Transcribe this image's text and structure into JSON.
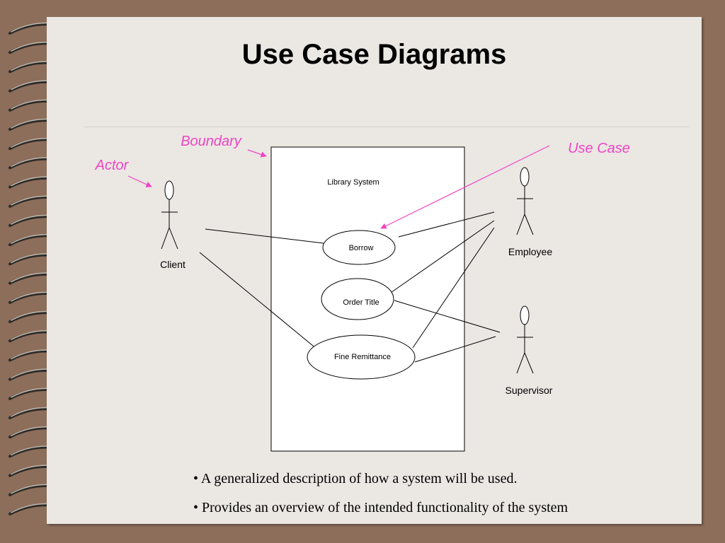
{
  "slide": {
    "title": "Use Case Diagrams",
    "bullets": [
      "• A generalized description of how a system will be used.",
      "• Provides an overview of the intended functionality of the system"
    ]
  },
  "diagram": {
    "system_name": "Library System",
    "actors": {
      "client": "Client",
      "employee": "Employee",
      "supervisor": "Supervisor"
    },
    "use_cases": {
      "borrow": "Borrow",
      "order_title": "Order Title",
      "fine_remittance": "Fine Remittance"
    },
    "annotations": {
      "boundary": "Boundary",
      "actor": "Actor",
      "use_case": "Use Case"
    }
  },
  "colors": {
    "annotation": "#ee44c4",
    "slide_bg": "#ebe7e3",
    "frame": "#8d6e5b"
  }
}
